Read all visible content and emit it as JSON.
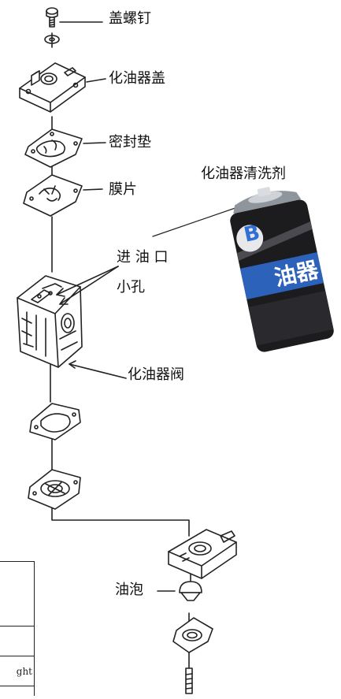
{
  "labels": {
    "screw": "盖螺钉",
    "carb_cover": "化油器盖",
    "gasket": "密封垫",
    "diaphragm": "膜片",
    "cleaner": "化油器清洗剂",
    "inlet": "进 油 口",
    "small_hole": "小孔",
    "carb_valve": "化油器阀",
    "bubble": "油泡"
  },
  "can": {
    "brand_letter": "B",
    "text": "油器"
  },
  "table": {
    "cell_text": "ght"
  },
  "colors": {
    "line": "#222222",
    "can_body": "#1c1c1e",
    "can_cap": "#cfd3d8",
    "can_accent": "#2f6fd6"
  }
}
